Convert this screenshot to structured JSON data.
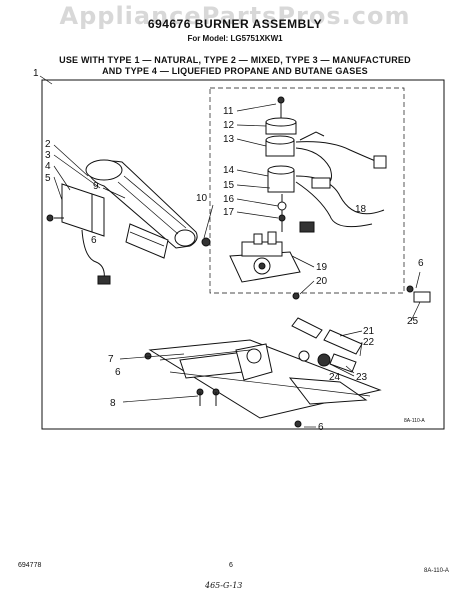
{
  "watermark": "AppliancePartsPros.com",
  "header": {
    "title": "694676 BURNER ASSEMBLY",
    "model": "For Model: LG5751XKW1",
    "note_line1": "USE WITH TYPE 1 — NATURAL, TYPE 2 — MIXED, TYPE 3 — MANUFACTURED",
    "note_line2": "AND TYPE 4 — LIQUEFIED PROPANE AND BUTANE GASES"
  },
  "callouts": {
    "c1": "1",
    "c2": "2",
    "c3": "3",
    "c4": "4",
    "c5": "5",
    "c6a": "6",
    "c6b": "6",
    "c6c": "6",
    "c6d": "6",
    "c7": "7",
    "c8": "8",
    "c9": "9",
    "c10": "10",
    "c11": "11",
    "c12": "12",
    "c13": "13",
    "c14": "14",
    "c15": "15",
    "c16": "16",
    "c17": "17",
    "c18": "18",
    "c19": "19",
    "c20": "20",
    "c21": "21",
    "c22": "22",
    "c23": "23",
    "c24": "24",
    "c25": "25"
  },
  "diagram_code": "8A-110-A",
  "footer": {
    "part_number": "694778",
    "page": "6",
    "code": "8A-110-A",
    "handwritten": "465-G-13"
  }
}
